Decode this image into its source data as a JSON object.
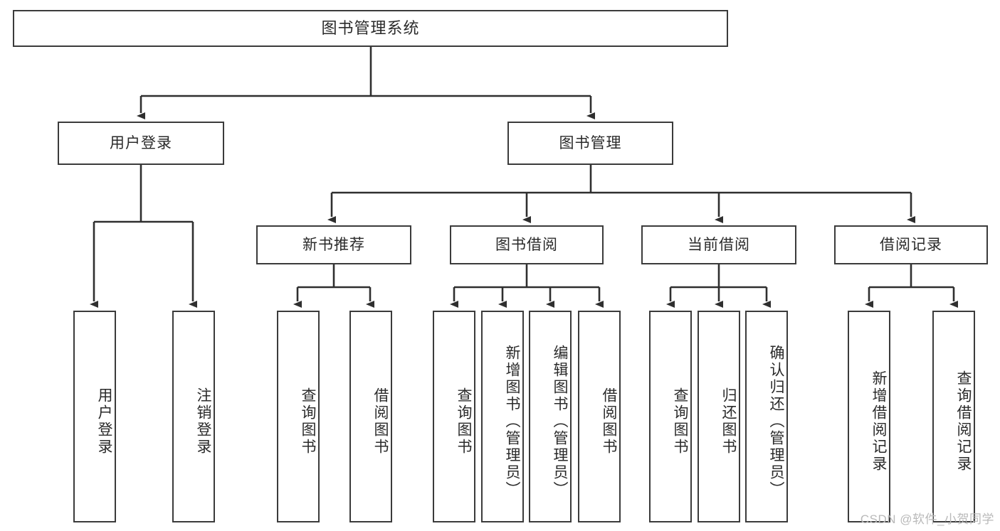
{
  "diagram": {
    "title": "图书管理系统",
    "type": "tree",
    "colors": {
      "box_border": "#3b3b3b",
      "box_fill": "#ffffff",
      "connector": "#2f2f2f",
      "text": "#2a2a2a",
      "watermark": "#b9b9b9"
    },
    "root": {
      "label": "图书管理系统"
    },
    "level2": [
      {
        "label": "用户登录"
      },
      {
        "label": "图书管理"
      }
    ],
    "level3": [
      {
        "label": "新书推荐"
      },
      {
        "label": "图书借阅"
      },
      {
        "label": "当前借阅"
      },
      {
        "label": "借阅记录"
      }
    ],
    "leaves": {
      "user_login": [
        {
          "label": "用户登录"
        },
        {
          "label": "注销登录"
        }
      ],
      "new_book": [
        {
          "label": "查询图书"
        },
        {
          "label": "借阅图书"
        }
      ],
      "book_borrow": [
        {
          "label": "查询图书"
        },
        {
          "label": "新增图书（管理员）"
        },
        {
          "label": "编辑图书（管理员）"
        },
        {
          "label": "借阅图书"
        }
      ],
      "current_borrow": [
        {
          "label": "查询图书"
        },
        {
          "label": "归还图书"
        },
        {
          "label": "确认归还（管理员）"
        }
      ],
      "borrow_record": [
        {
          "label": "新增借阅记录"
        },
        {
          "label": "查询借阅记录"
        }
      ]
    },
    "watermark": "CSDN @软件_小贺同学"
  }
}
